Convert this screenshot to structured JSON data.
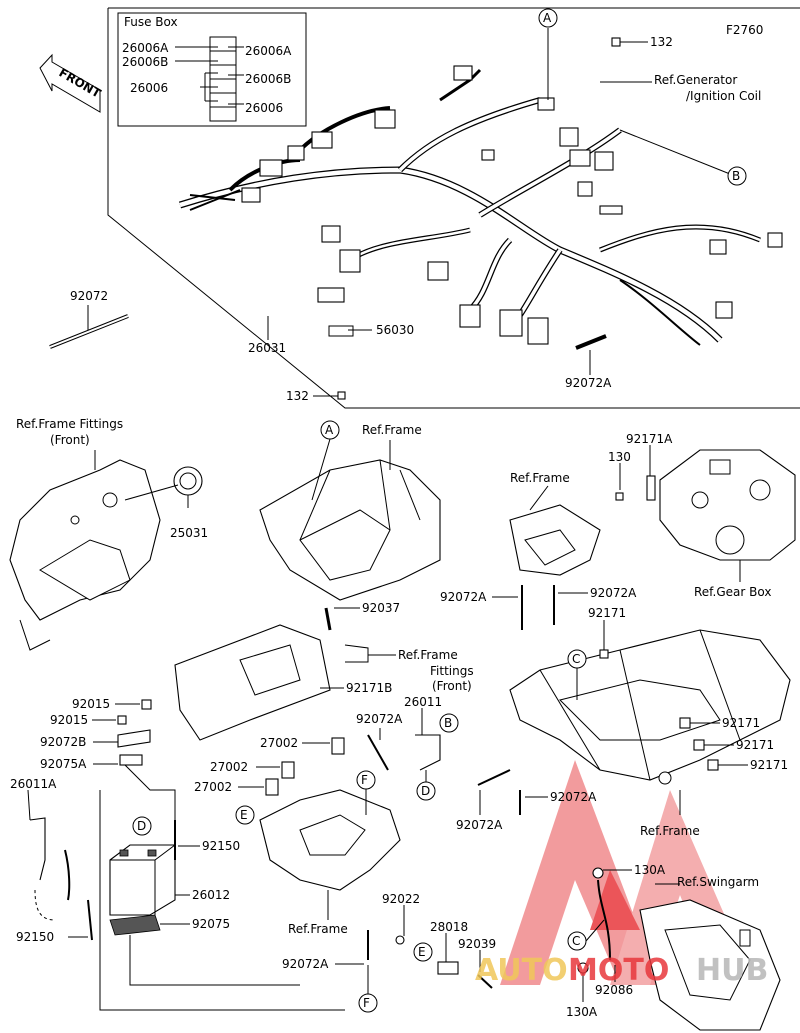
{
  "diagram_code": "F2760",
  "fuse_box": {
    "title": "Fuse Box",
    "items": [
      "26006A",
      "26006B",
      "26006",
      "26006A",
      "26006B",
      "26006"
    ]
  },
  "front_arrow": "FRONT",
  "callouts": {
    "a": "A",
    "b": "B",
    "c": "C",
    "d": "D",
    "e": "E",
    "f": "F"
  },
  "labels": {
    "p132_top": "132",
    "ref_generator": "Ref.Generator",
    "ignition_coil": "/Ignition Coil",
    "p92072_top": "92072",
    "p56030": "56030",
    "p26031": "26031",
    "p92072a_top": "92072A",
    "p132_mid": "132",
    "ref_frame_fittings_1": "Ref.Frame Fittings",
    "front_paren_1": "(Front)",
    "p25031": "25031",
    "ref_frame_1": "Ref.Frame",
    "p92171a": "92171A",
    "p130": "130",
    "ref_frame_2": "Ref.Frame",
    "p92072a_l": "92072A",
    "p92072a_r": "92072A",
    "ref_gear_box": "Ref.Gear Box",
    "p92171_top": "92171",
    "p92037": "92037",
    "ref_frame_fittings_2": "Ref.Frame",
    "fittings_2": "Fittings",
    "front_paren_2": "(Front)",
    "p92171b": "92171B",
    "p92015_a": "92015",
    "p92015_b": "92015",
    "p92072b": "92072B",
    "p92075a": "92075A",
    "p26011a": "26011A",
    "p27002_a": "27002",
    "p27002_b": "27002",
    "p27002_c": "27002",
    "p92072a_mid": "92072A",
    "p26011": "26011",
    "p92171_r1": "92171",
    "p92171_r2": "92171",
    "p92171_r3": "92171",
    "p92150_r": "92150",
    "p26012": "26012",
    "p92075": "92075",
    "p92150_l": "92150",
    "ref_frame_3": "Ref.Frame",
    "p92072a_bot": "92072A",
    "p92022": "92022",
    "p28018": "28018",
    "p92039": "92039",
    "p92072a_c": "92072A",
    "ref_frame_4": "Ref.Frame",
    "p130a_top": "130A",
    "ref_swingarm": "Ref.Swingarm",
    "p92086": "92086",
    "p130a_bot": "130A"
  },
  "watermark": {
    "part1": "AUTO",
    "part2": "MOTO",
    "part3": "HUB",
    "color": "#e8383d"
  }
}
